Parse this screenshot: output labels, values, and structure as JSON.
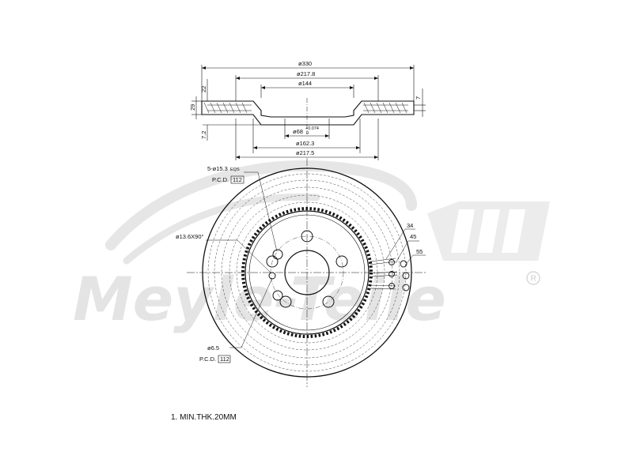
{
  "watermark": {
    "text": "Meyle-Teile",
    "registered_mark": "R",
    "color": "#e4e4e4"
  },
  "colors": {
    "line": "#111111",
    "background": "#ffffff"
  },
  "section_view": {
    "dim_outer_diameter": "ø330",
    "dim_friction_inner_diameter": "ø217.8",
    "dim_hat_diameter": "ø144",
    "dim_center_bore": "ø68",
    "dim_center_bore_tol_upper": "+0.074",
    "dim_center_bore_tol_lower": "0",
    "dim_hat_bottom_diameter": "ø162.3",
    "dim_hat_outer_diameter": "ø217.5",
    "dim_thickness": "29",
    "dim_hat_height": "22",
    "dim_offset": "7.2",
    "dim_vent_gap": "7"
  },
  "front_view": {
    "label_bolt_holes": "5-ø15.3",
    "label_bolt_holes_suffix": "EQS",
    "label_pcd": "P.C.D.",
    "label_pcd_value": "112",
    "label_chamfer": "ø13.6X90°",
    "label_small_holes": "ø6.5",
    "label_small_pcd": "P.C.D.",
    "label_small_pcd_value": "112",
    "dim_34": "34",
    "dim_45": "45",
    "dim_55": "55"
  },
  "note": "1. MIN.THK.20MM"
}
